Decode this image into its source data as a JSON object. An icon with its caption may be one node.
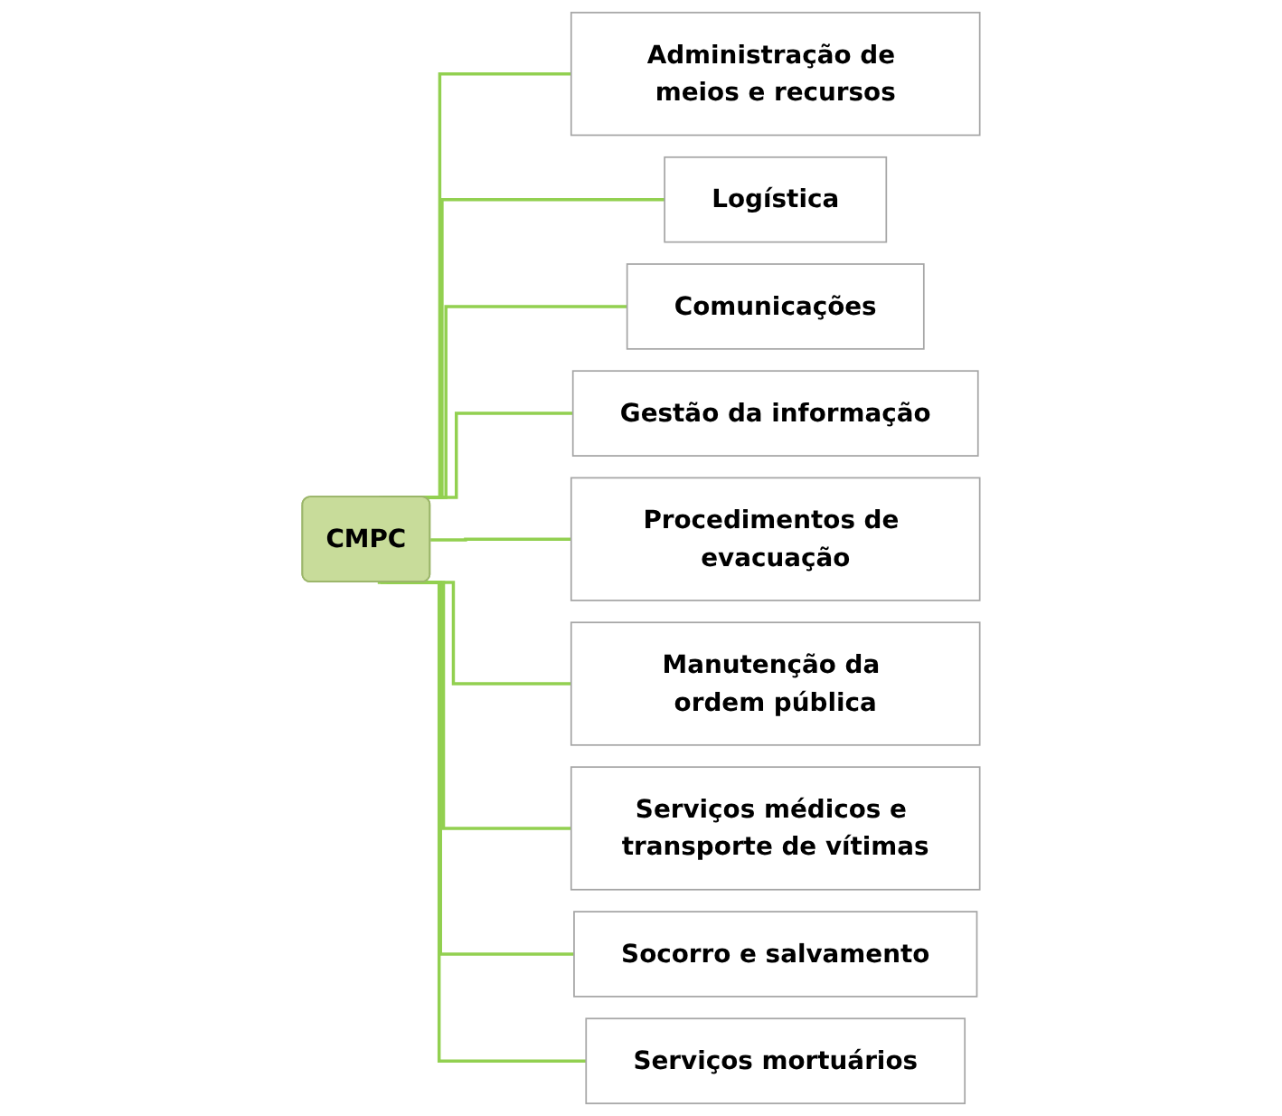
{
  "diagram": {
    "nodes": [
      {
        "text": [
          "CMPC"
        ]
      },
      {
        "text": [
          "Administração de meios e recursos"
        ]
      },
      {
        "text": [
          "Logística"
        ]
      },
      {
        "text": [
          "Comunicações"
        ]
      },
      {
        "text": [
          "Gestão da informação"
        ]
      },
      {
        "text": [
          "Procedimentos de evacuação"
        ]
      },
      {
        "text": [
          "Manutenção da ordem pública"
        ]
      },
      {
        "text": [
          "Serviços médicos e transporte de vítimas"
        ]
      },
      {
        "text": [
          "Socorro e salvamento"
        ]
      },
      {
        "text": [
          "Serviços mortuários"
        ]
      }
    ],
    "edges": [
      {
        "from": 0,
        "to": 1,
        "arrow": "none"
      },
      {
        "from": 0,
        "to": 2,
        "arrow": "none"
      },
      {
        "from": 0,
        "to": 3,
        "arrow": "none"
      },
      {
        "from": 0,
        "to": 4,
        "arrow": "none"
      },
      {
        "from": 0,
        "to": 5,
        "arrow": "none"
      },
      {
        "from": 0,
        "to": 6,
        "arrow": "none"
      },
      {
        "from": 0,
        "to": 7,
        "arrow": "none"
      },
      {
        "from": 0,
        "to": 8,
        "arrow": "none"
      },
      {
        "from": 0,
        "to": 9,
        "arrow": "none"
      }
    ]
  }
}
